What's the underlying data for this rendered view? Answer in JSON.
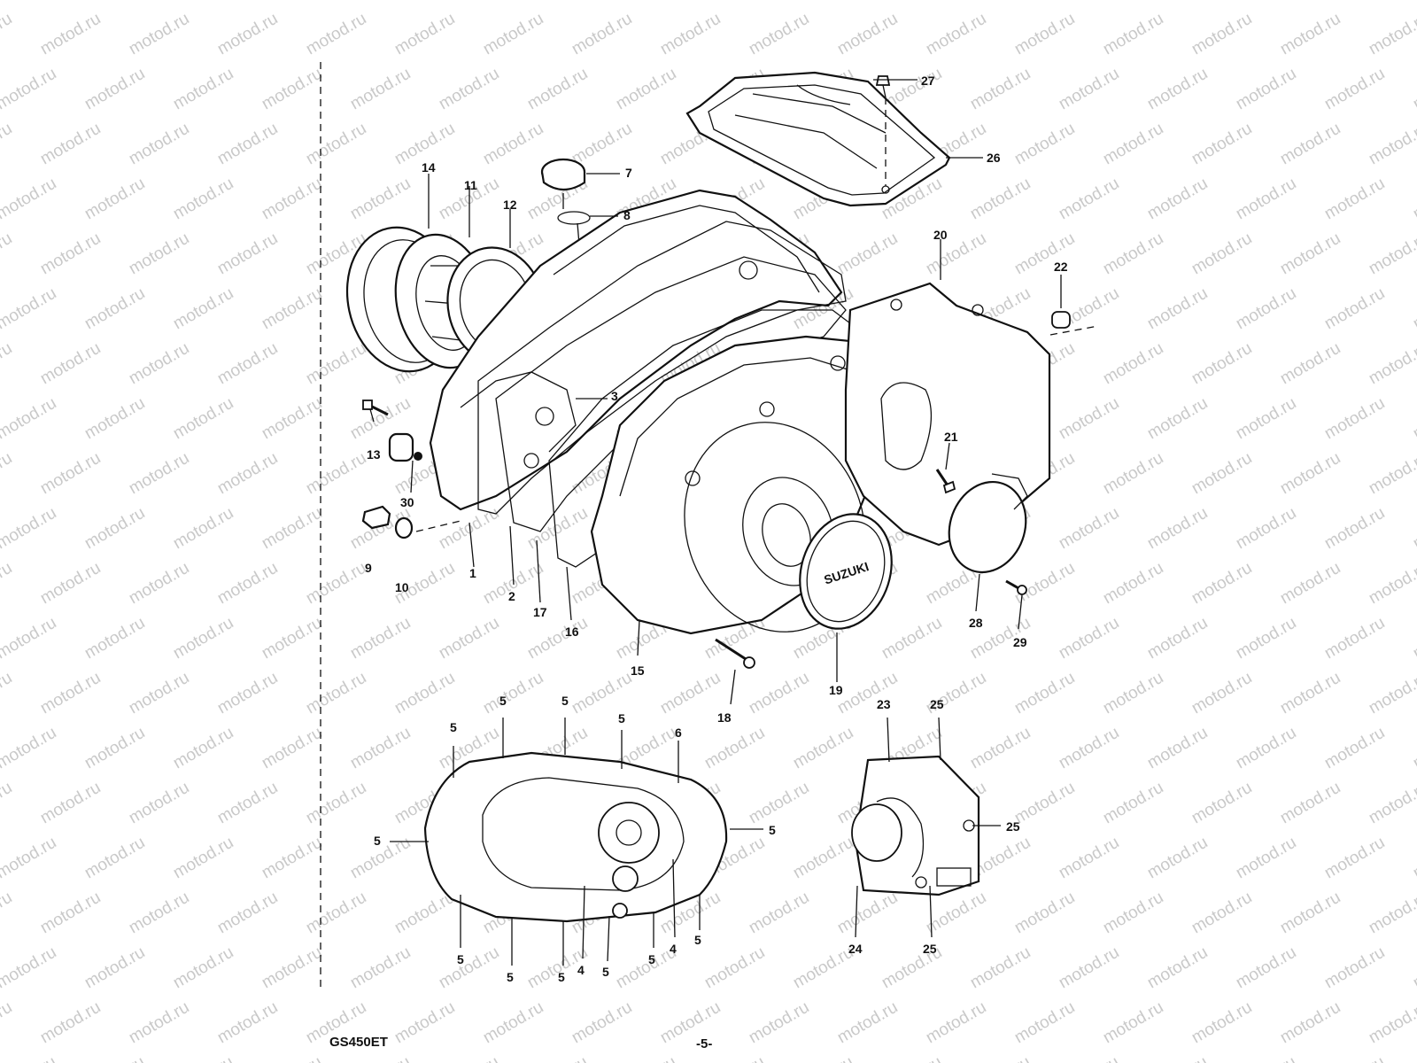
{
  "watermark": "motod.ru",
  "model_code": "GS450ET",
  "page_number": "-5-",
  "logo_text": "SUZUKI",
  "callouts": {
    "c1": "1",
    "c2": "2",
    "c3": "3",
    "c7": "7",
    "c8": "8",
    "c9": "9",
    "c10": "10",
    "c11": "11",
    "c12": "12",
    "c13": "13",
    "c14": "14",
    "c15": "15",
    "c16": "16",
    "c17": "17",
    "c18": "18",
    "c19": "19",
    "c20": "20",
    "c21": "21",
    "c22": "22",
    "c26": "26",
    "c27": "27",
    "c28": "28",
    "c29": "29",
    "c30": "30",
    "g5a": "5",
    "g5b": "5",
    "g5c": "5",
    "g5d": "5",
    "g6": "6",
    "g5e": "5",
    "g5f": "5",
    "g5g": "5",
    "g5h": "5",
    "g4a": "4",
    "g4b": "4",
    "g5i": "5",
    "g5j": "5",
    "g5k": "5",
    "g5l": "5",
    "s23": "23",
    "s25a": "25",
    "s25b": "25",
    "s24": "24",
    "s25c": "25"
  }
}
